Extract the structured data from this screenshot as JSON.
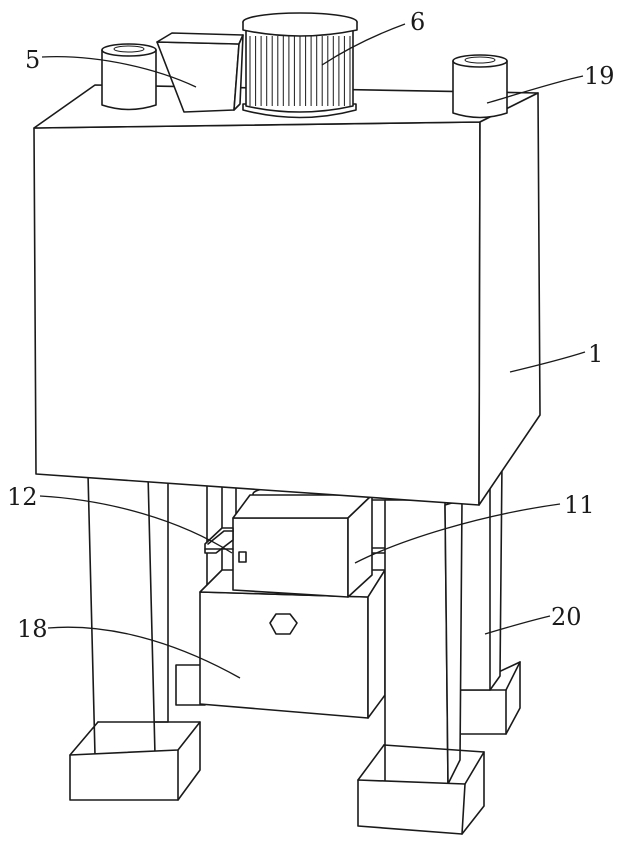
{
  "figure": {
    "labels": {
      "l1": "1",
      "l5": "5",
      "l6": "6",
      "l11": "11",
      "l12": "12",
      "l18": "18",
      "l19": "19",
      "l20": "20"
    },
    "line_color": "#1a1a1a",
    "background": "#ffffff"
  }
}
